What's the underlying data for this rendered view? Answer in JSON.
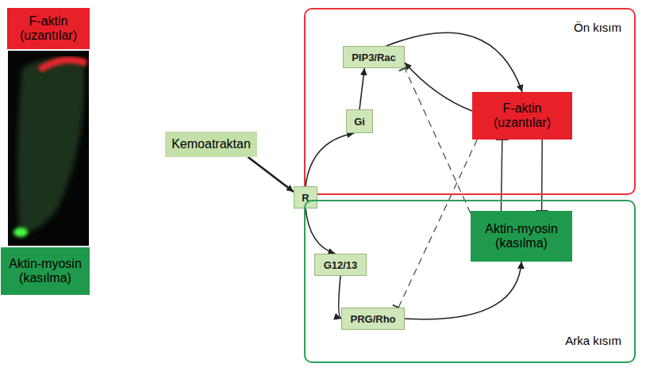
{
  "diagram": {
    "nodes": [
      {
        "text": [
          "F-aktin (uzantılar)"
        ]
      },
      {
        "text": [
          "Aktin-myosin (kasılma)"
        ]
      },
      {
        "text": [
          "Kemoatraktan"
        ]
      },
      {
        "text": [
          "Ön kısım"
        ]
      },
      {
        "text": [
          "PIP3/Rac"
        ],
        "in": 3
      },
      {
        "text": [
          "Gi"
        ],
        "in": 3
      },
      {
        "text": [
          "R"
        ]
      },
      {
        "text": [
          "F-aktin (uzantılar)"
        ],
        "in": 3
      },
      {
        "text": [
          "Arka kısım"
        ]
      },
      {
        "text": [
          "G12/13"
        ],
        "in": 8
      },
      {
        "text": [
          "PRG/Rho"
        ],
        "in": 8
      },
      {
        "text": [
          "Aktin-myosin (kasılma)"
        ],
        "in": 8
      }
    ],
    "edges": [
      {
        "from": 2,
        "to": 6,
        "arrow": "to"
      },
      {
        "from": 6,
        "to": 5,
        "arrow": "to"
      },
      {
        "from": 5,
        "to": 4,
        "arrow": "to"
      },
      {
        "from": 4,
        "to": 7,
        "arrow": "to"
      },
      {
        "from": 7,
        "to": 4,
        "arrow": "to"
      },
      {
        "from": 6,
        "to": 9,
        "arrow": "to"
      },
      {
        "from": 9,
        "to": 10,
        "arrow": "to"
      },
      {
        "from": 10,
        "to": 11,
        "arrow": "to"
      },
      {
        "from": 11,
        "to": 7,
        "arrow": "to"
      },
      {
        "from": 7,
        "to": 11,
        "arrow": "to"
      },
      {
        "from": 11,
        "to": 4,
        "arrow": "to"
      },
      {
        "from": 7,
        "to": 10,
        "arrow": "to"
      }
    ]
  }
}
